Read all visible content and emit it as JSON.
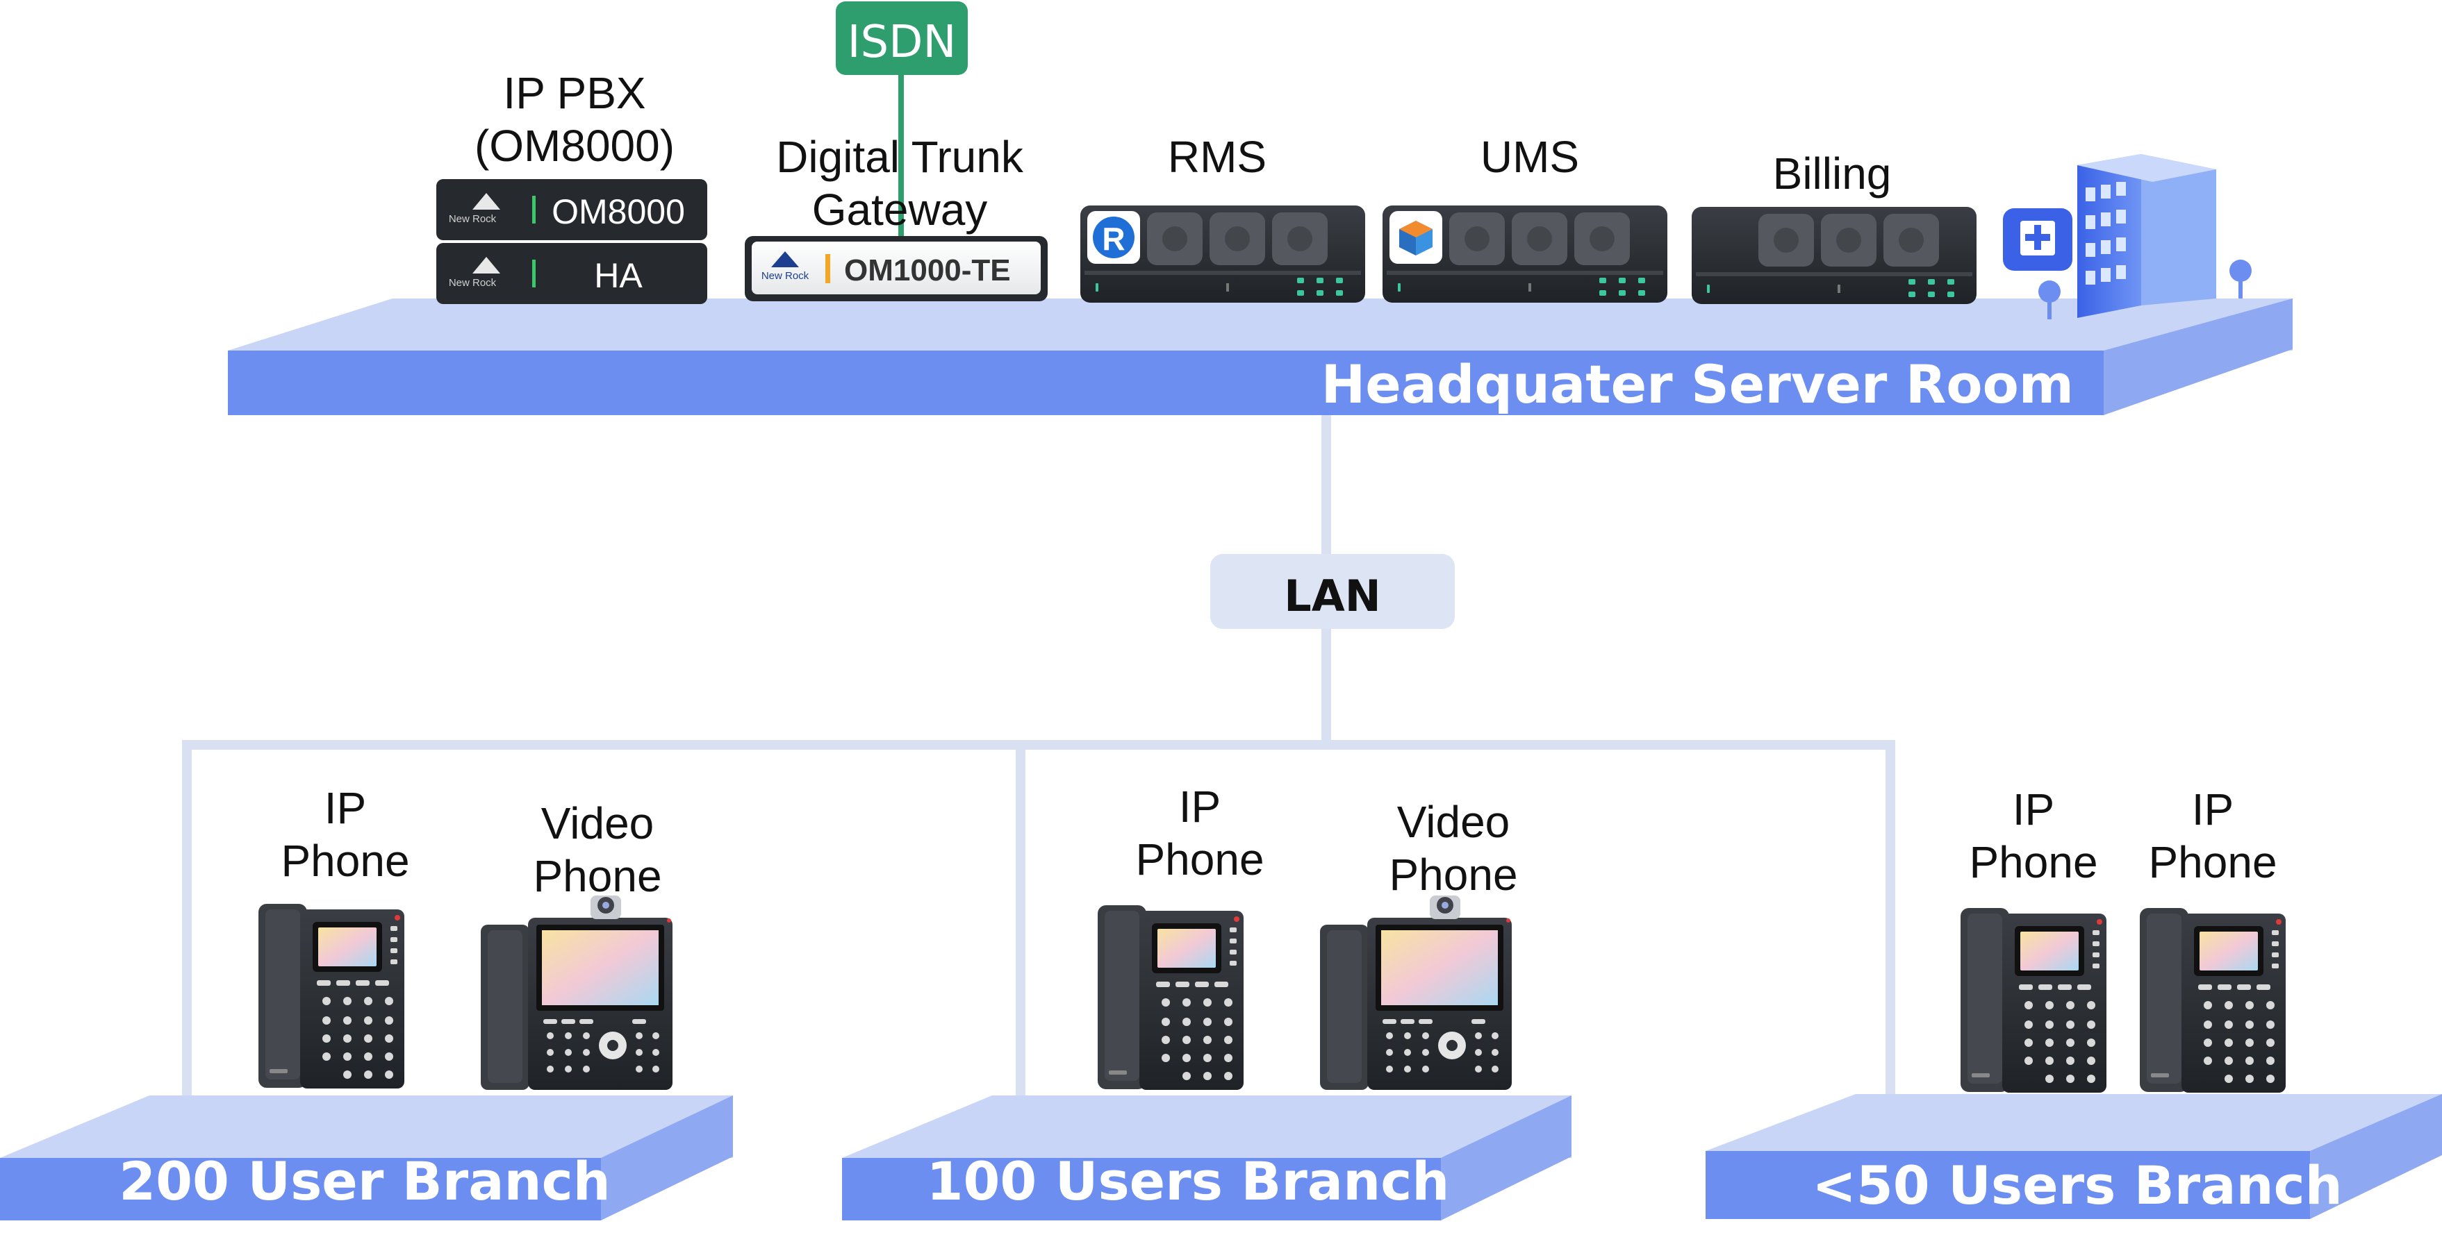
{
  "colors": {
    "platform_top": "#c9d5f7",
    "platform_front": "#6b8ef0",
    "platform_side": "#8ea8f2",
    "connector": "#d8e0f2",
    "isdn": "#2f9e6e",
    "lan_box": "#dde5f5",
    "device_dark": "#2c2f33"
  },
  "headquarter": {
    "label": "Headquater Server Room",
    "isdn_badge": "ISDN",
    "ip_pbx_label_line1": "IP PBX",
    "ip_pbx_label_line2": "(OM8000)",
    "ip_pbx_unit1": "OM8000",
    "ip_pbx_unit2": "HA",
    "gateway_label_line1": "Digital Trunk",
    "gateway_label_line2": "Gateway",
    "gateway_unit": "OM1000-TE",
    "rms_label": "RMS",
    "ums_label": "UMS",
    "billing_label": "Billing",
    "brand_text": "New Rock"
  },
  "lan": {
    "label": "LAN"
  },
  "branches": [
    {
      "label": "200 User Branch",
      "device1_line1": "IP",
      "device1_line2": "Phone",
      "device2_line1": "Video",
      "device2_line2": "Phone"
    },
    {
      "label": "100 Users Branch",
      "device1_line1": "IP",
      "device1_line2": "Phone",
      "device2_line1": "Video",
      "device2_line2": "Phone"
    },
    {
      "label": "<50 Users Branch",
      "device1_line1": "IP",
      "device1_line2": "Phone",
      "device2_line1": "IP",
      "device2_line2": "Phone"
    }
  ],
  "icons": {
    "building": "office-building-icon",
    "hospital": "hospital-sign-icon",
    "rms_app": "rms-app-icon",
    "ums_app": "ums-app-icon"
  }
}
